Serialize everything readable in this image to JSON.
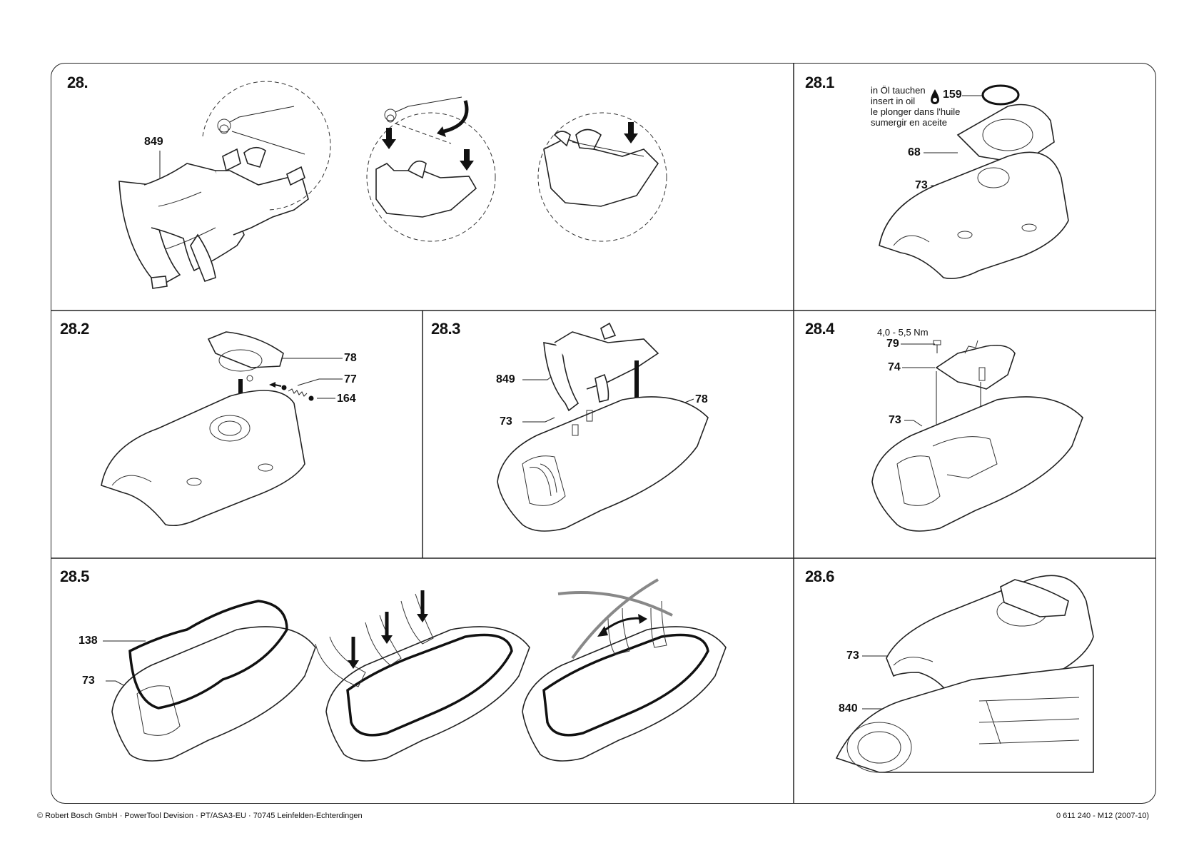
{
  "steps": {
    "s28": "28.",
    "s281": "28.1",
    "s282": "28.2",
    "s283": "28.3",
    "s284": "28.4",
    "s285": "28.5",
    "s286": "28.6"
  },
  "parts": {
    "p849": "849",
    "p159": "159",
    "p68": "68",
    "p73": "73",
    "p78": "78",
    "p77": "77",
    "p164": "164",
    "p79": "79",
    "p74": "74",
    "p138": "138",
    "p840": "840"
  },
  "oil_note": {
    "de": "in Öl tauchen",
    "en": "insert in oil",
    "fr": "le plonger dans l'huile",
    "es": "sumergir en aceite"
  },
  "torque": "4,0 - 5,5 Nm",
  "footer": {
    "left": "© Robert Bosch GmbH · PowerTool Devision · PT/ASA3-EU · 70745 Leinfelden-Echterdingen",
    "right": "0 611 240 - M12 (2007-10)"
  },
  "icons": [
    "oil-drop-icon",
    "down-arrow-icon",
    "curved-arrow-icon",
    "double-arrow-icon"
  ]
}
